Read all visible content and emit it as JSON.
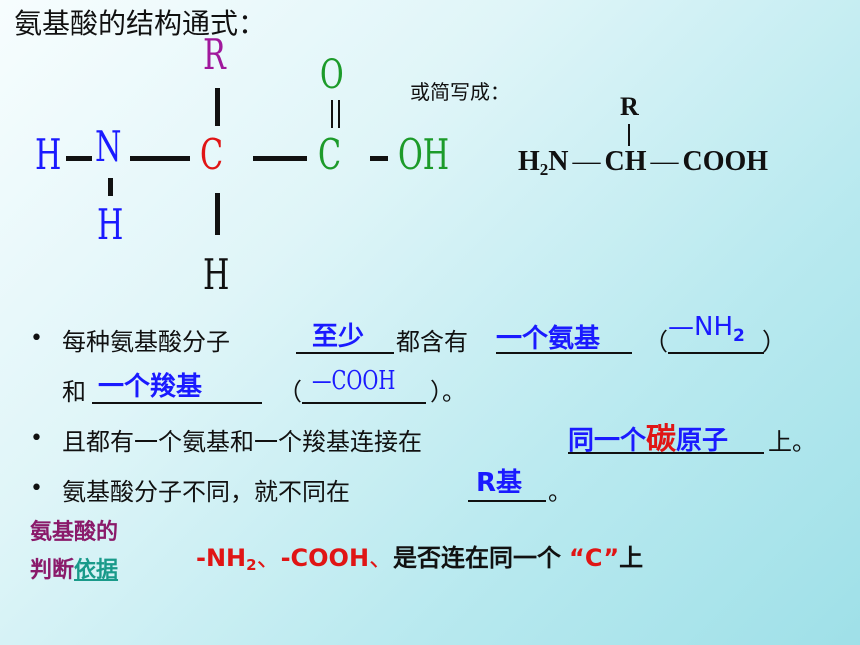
{
  "title": "氨基酸的结构通式：",
  "formula": {
    "R": "R",
    "H_left": "H",
    "N": "N",
    "H_below_N": "H",
    "C_alpha": "C",
    "H_below_C": "H",
    "O": "O",
    "C_carboxyl": "C",
    "OH": "OH"
  },
  "simplified": {
    "label": "或简写成：",
    "R": "R",
    "H2N_H": "H",
    "H2N_sub": "2",
    "H2N_N": "N",
    "dash1": "—",
    "CH": "CH",
    "dash2": "—",
    "COOH": "COOH"
  },
  "bullets": {
    "b1_part1": "每种氨基酸分子",
    "b1_ans1": "至少",
    "b1_part2": "都含有",
    "b1_ans2": "一个氨基",
    "b1_paren_open": "（",
    "b1_ans3_main": "—NH",
    "b1_ans3_sub": "2",
    "b1_paren_close": "）",
    "b1_line2_part1": "和",
    "b1_ans4": "一个羧基",
    "b1_line2_paren_open": "（",
    "b1_ans5": "—COOH",
    "b1_line2_paren_close": "）。",
    "b2_part1": "且都有一个氨基和一个羧基连接在",
    "b2_ans_a": "同一个",
    "b2_ans_b": "碳",
    "b2_ans_c": "原子",
    "b2_part2": "上。",
    "b3_part1": "氨基酸分子不同，就不同在",
    "b3_ans": "R基",
    "b3_part2": "。",
    "bullet_symbol": "•"
  },
  "criteria": {
    "label_line1": "氨基酸的",
    "label_line2_a": "判断",
    "label_line2_b": "依据",
    "text_nh2": "-NH",
    "text_nh2_sub": "2",
    "text_sep1": "、",
    "text_cooh": "-COOH",
    "text_sep2": "、",
    "text_rest": "是否连在同一个",
    "text_c": "“C”",
    "text_end": "上"
  }
}
